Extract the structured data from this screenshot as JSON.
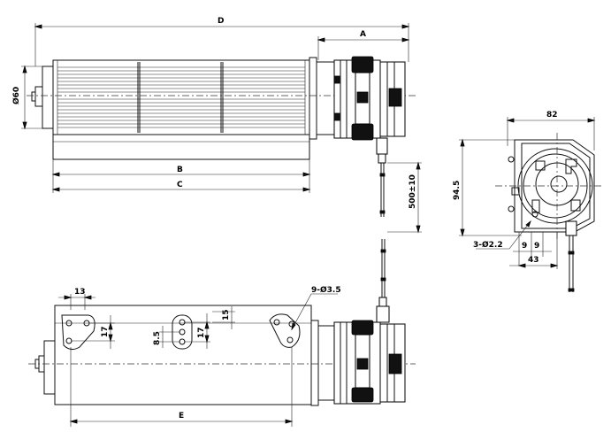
{
  "labels": {
    "d": "D",
    "a": "A",
    "b": "B",
    "c": "C",
    "e": "E",
    "dia60": "Ø60",
    "cable": "500±10",
    "w82": "82",
    "h94": "94.5",
    "holes3": "3-Ø2.2",
    "n9a": "9",
    "n9b": "9",
    "n43": "43",
    "n13": "13",
    "holes9": "9-Ø3.5",
    "n17a": "17",
    "n85": "8.5",
    "n17b": "17",
    "n15": "15"
  }
}
